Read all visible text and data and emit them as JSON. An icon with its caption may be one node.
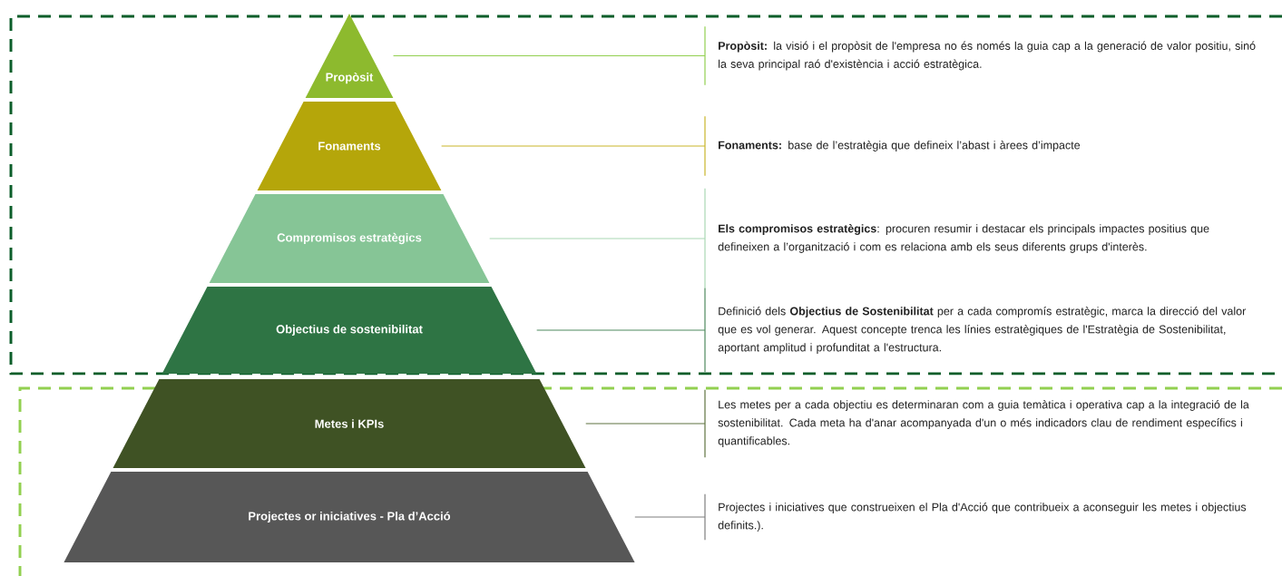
{
  "diagram": {
    "nodes": [
      {
        "text": [
          "Propòsit"
        ]
      },
      {
        "text": [
          "Fonaments"
        ]
      },
      {
        "text": [
          "Compromisos estratègics"
        ]
      },
      {
        "text": [
          "Objectius de sostenibilitat"
        ]
      },
      {
        "text": [
          "Metes i KPIs"
        ]
      },
      {
        "text": [
          "Projectes or iniciatives - Pla d’Acció"
        ]
      },
      {
        "text": [
          "**Propòsit:** la visió i el propòsit de l'empresa no és només la guia cap a la generació de valor positiu, sinó la seva principal raó d'existència i acció estratègica."
        ]
      },
      {
        "text": [
          "**Fonaments:** base de l’estratègia que defineix l’abast i àrees d’impacte"
        ]
      },
      {
        "text": [
          "**Els compromisos estratègics**: procuren resumir i destacar els principals impactes positius que defineixen a l’organització i com es relaciona amb els seus diferents grups d'interès."
        ]
      },
      {
        "text": [
          "Definició dels **Objectius de Sostenibilitat** per a cada compromís estratègic, marca la direcció del valor que es vol generar. Aquest concepte trenca les línies estratègiques de l'Estratègia de Sostenibilitat, aportant amplitud i profunditat a l'estructura."
        ]
      },
      {
        "text": [
          "Les metes per a cada objectiu es determinaran com a guia temàtica i operativa cap a la integració de la sostenibilitat. Cada meta ha d'anar acompanyada d'un o més indicadors clau de rendiment específics i quantificables."
        ]
      },
      {
        "text": [
          "Projectes i iniciatives que construeixen el Pla d'Acció que contribueix a aconseguir les metes i objectius definits.)."
        ]
      }
    ],
    "edges": [
      {
        "from": 0,
        "to": 6,
        "arrow": "none",
        "color": "#92d050"
      },
      {
        "from": 1,
        "to": 7,
        "arrow": "none",
        "color": "#c9b52a"
      },
      {
        "from": 2,
        "to": 8,
        "arrow": "none",
        "color": "#a9d8b4"
      },
      {
        "from": 3,
        "to": 9,
        "arrow": "none",
        "color": "#4f8a5e"
      },
      {
        "from": 4,
        "to": 10,
        "arrow": "none",
        "color": "#5f7340"
      },
      {
        "from": 5,
        "to": 11,
        "arrow": "none",
        "color": "#7f7f7f"
      }
    ]
  }
}
